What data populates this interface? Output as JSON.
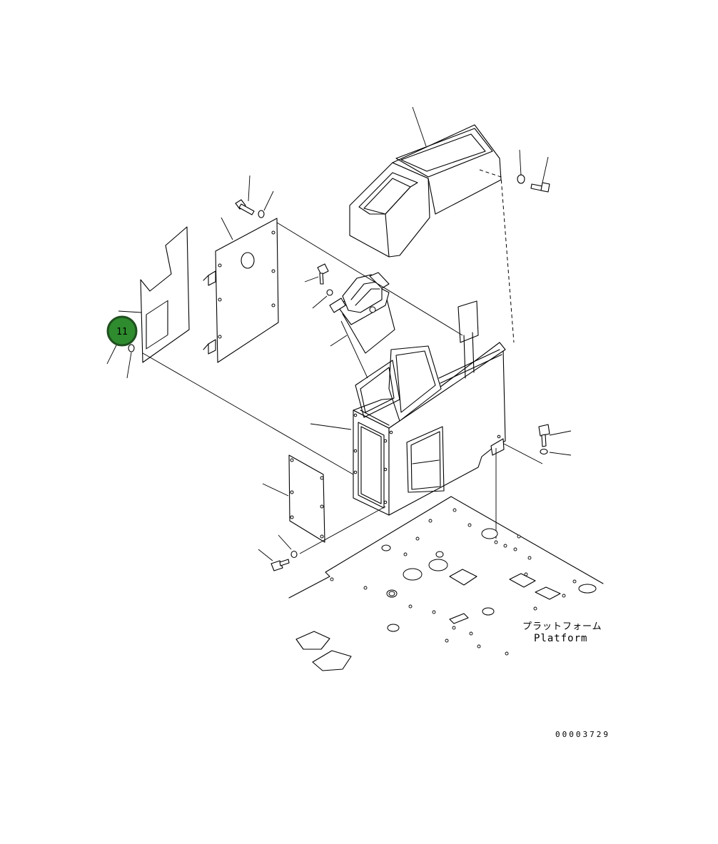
{
  "callout": {
    "number": "11",
    "fill_color": "#2e8b2e",
    "border_color": "#1f4f1f",
    "text_color": "#ffffff"
  },
  "labels": {
    "platform_jp": "プラットフォーム",
    "platform_en": "Platform"
  },
  "drawing_number": "00003729"
}
